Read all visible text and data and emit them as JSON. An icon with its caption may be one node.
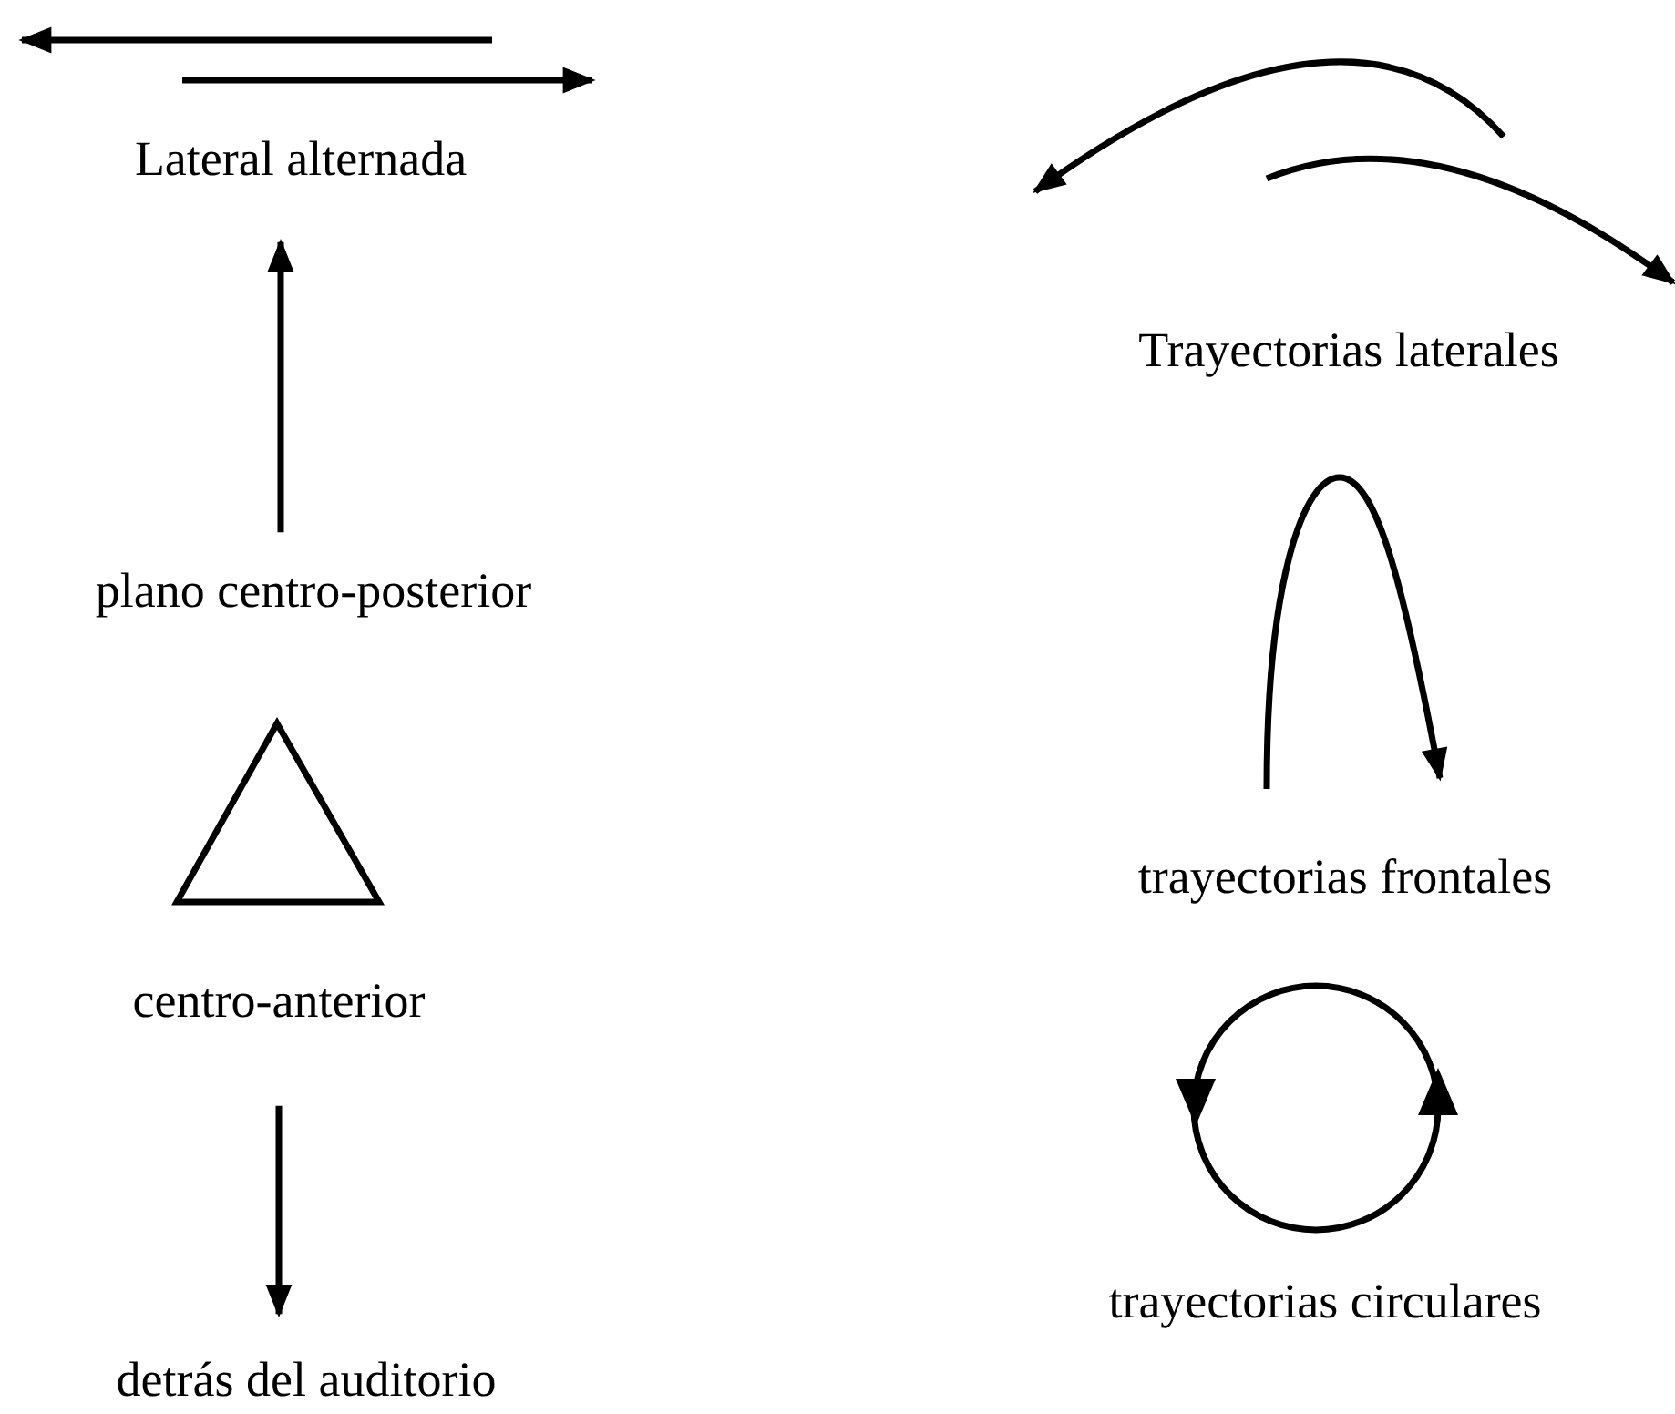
{
  "diagram": {
    "nodes": [
      {
        "text": [
          "Lateral alternada"
        ]
      },
      {
        "text": [
          "plano centro-posterior"
        ]
      },
      {
        "text": [
          "centro-anterior"
        ]
      },
      {
        "text": [
          "detrás del auditorio"
        ]
      }
    ],
    "edges": [
      {
        "from": 1,
        "to": 0,
        "arrow": "to"
      },
      {
        "from": 2,
        "to": 3,
        "arrow": "to"
      }
    ],
    "labels": [
      "Trayectorias laterales",
      "trayectorias frontales",
      "trayectorias circulares"
    ]
  }
}
